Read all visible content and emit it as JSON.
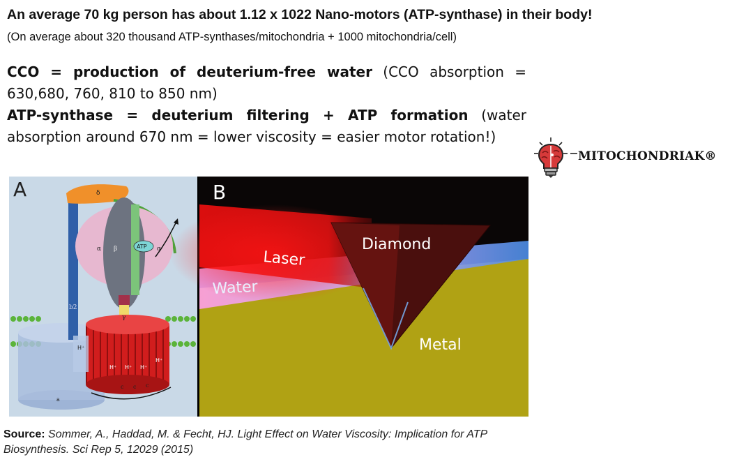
{
  "headline": "An average 70 kg person has about 1.12 x 1022 Nano-motors (ATP-synthase) in their body!",
  "subline": "(On average about 320 thousand ATP-synthases/mitochondria + 1000 mitochondria/cell)",
  "para1": {
    "bold": "CCO = production of deuterium-free water",
    "rest": " (CCO absorption = 630,680, 760, 810 to 850 nm)"
  },
  "para2": {
    "bold": "ATP-synthase = deuterium filtering + ATP formation",
    "rest": " (water absorption around 670 nm = lower viscosity = easier motor rotation!)"
  },
  "brand": "MITOCHONDRIAK®",
  "figure": {
    "panel_a": {
      "letter": "A",
      "labels": {
        "delta": "δ",
        "alpha_left": "α",
        "beta": "β",
        "atp": "ATP",
        "alpha_right": "α",
        "b2": "b2",
        "gamma": "γ",
        "h_plus_1": "H⁺",
        "h_plus_2": "H⁺",
        "h_plus_3": "H⁺",
        "h_plus_4": "H⁺",
        "h_plus_5": "H⁺",
        "c1": "c",
        "c2": "c",
        "c3": "c",
        "a": "a"
      }
    },
    "panel_b": {
      "letter": "B",
      "laser": "Laser",
      "diamond": "Diamond",
      "water": "Water",
      "metal": "Metal"
    }
  },
  "source": {
    "label": "Source:",
    "citation": "Sommer, A., Haddad, M. & Fecht, HJ. Light Effect on Water Viscosity: Implication for ATP Biosynthesis. Sci Rep 5, 12029 (2015)"
  }
}
